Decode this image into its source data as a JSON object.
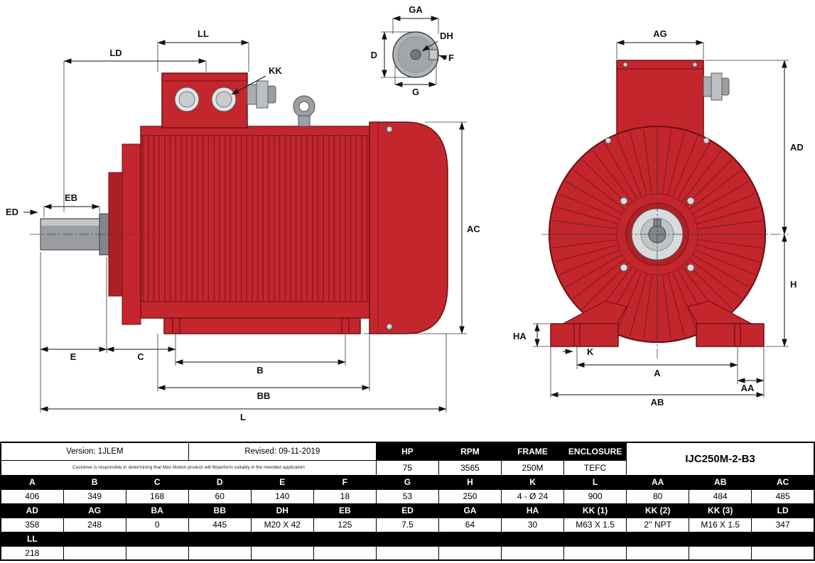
{
  "labels": {
    "LD": "LD",
    "LL": "LL",
    "KK": "KK",
    "EB": "EB",
    "ED": "ED",
    "AC": "AC",
    "E": "E",
    "C": "C",
    "B": "B",
    "BB": "BB",
    "L": "L",
    "GA": "GA",
    "DH": "DH",
    "F": "F",
    "D": "D",
    "G": "G",
    "AG": "AG",
    "AD": "AD",
    "H": "H",
    "HA": "HA",
    "K": "K",
    "A": "A",
    "AA": "AA",
    "AB": "AB"
  },
  "table": {
    "version": "Version: 1JLEM",
    "revised": "Revised: 09-11-2019",
    "disclaimer": "Customer is responsible in determining that Max Motion product will fit/perform suitably in the intended application",
    "model": "IJC250M-2-B3",
    "spec_headers": [
      "HP",
      "RPM",
      "FRAME",
      "ENCLOSURE"
    ],
    "spec_values": [
      "75",
      "3565",
      "250M",
      "TEFC"
    ],
    "dims": {
      "row1": {
        "headers": [
          "A",
          "B",
          "C",
          "D",
          "E",
          "F",
          "G",
          "H",
          "K",
          "L",
          "AA",
          "AB",
          "AC"
        ],
        "values": [
          "406",
          "349",
          "168",
          "60",
          "140",
          "18",
          "53",
          "250",
          "4 - Ø 24",
          "900",
          "80",
          "484",
          "485"
        ]
      },
      "row2": {
        "headers": [
          "AD",
          "AG",
          "BA",
          "BB",
          "DH",
          "EB",
          "ED",
          "GA",
          "HA",
          "KK (1)",
          "KK (2)",
          "KK (3)",
          "LD"
        ],
        "values": [
          "358",
          "248",
          "0",
          "445",
          "M20 X 42",
          "125",
          "7.5",
          "64",
          "30",
          "M63 X 1.5",
          "2'' NPT",
          "M16 X 1.5",
          "347"
        ]
      },
      "row3": {
        "headers": [
          "LL"
        ],
        "values": [
          "218"
        ]
      }
    }
  },
  "colors": {
    "motor_red": "#c4262d",
    "motor_red_dark": "#8f1a1f",
    "outline": "#6e1115",
    "metal_gray": "#9aa0a4",
    "header_bg": "#000000",
    "header_fg": "#ffffff"
  }
}
